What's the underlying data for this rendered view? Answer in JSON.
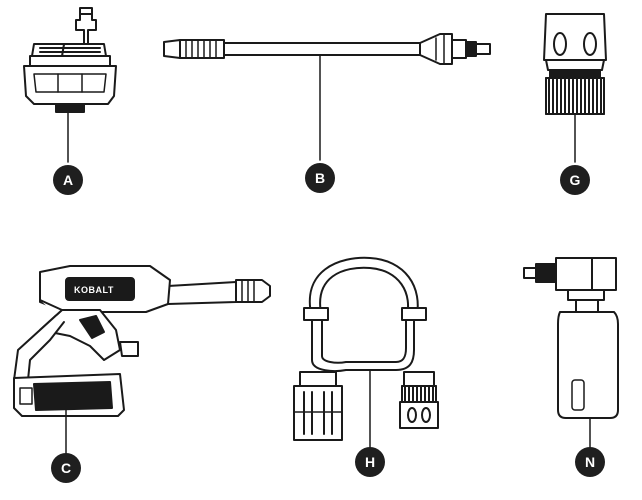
{
  "parts": [
    {
      "id": "part-a",
      "label": "A"
    },
    {
      "id": "part-b",
      "label": "B"
    },
    {
      "id": "part-g",
      "label": "G"
    },
    {
      "id": "part-c",
      "label": "C"
    },
    {
      "id": "part-h",
      "label": "H"
    },
    {
      "id": "part-n",
      "label": "N"
    }
  ],
  "brand": "KOBALT",
  "colors": {
    "ink": "#1a1a1a",
    "badge": "#1f1f1f",
    "fill": "#ffffff",
    "shade": "#d9d9d9"
  }
}
